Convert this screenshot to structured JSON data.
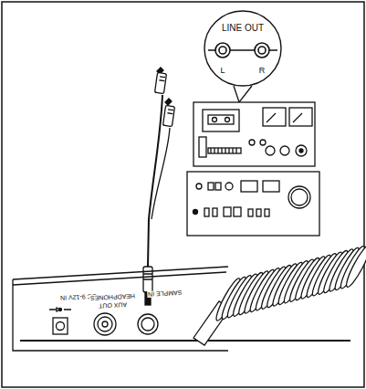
{
  "diagram": {
    "nodes": [
      {
        "text": [
          "LINE OUT",
          "L",
          "R"
        ]
      }
    ],
    "labels": [
      "DC 9-12V IN",
      "HEADPHONES",
      "AUX OUT",
      "SAMPLE IN"
    ]
  }
}
